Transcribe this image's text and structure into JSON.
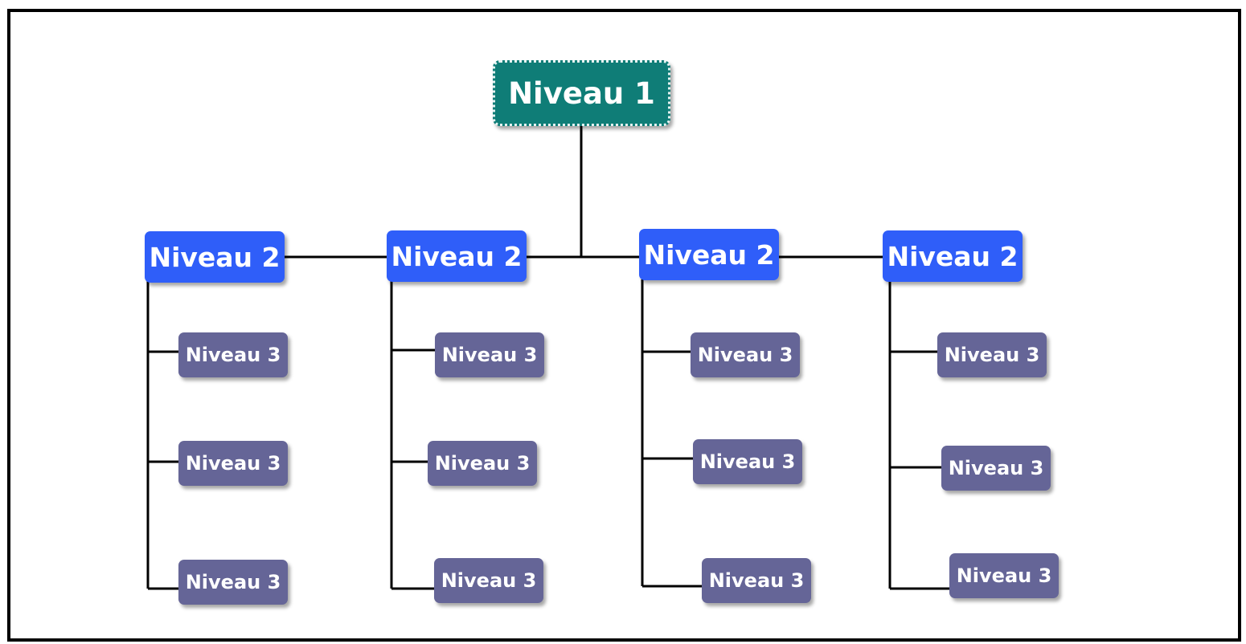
{
  "colors": {
    "level1": "#0f7d77",
    "level2": "#2f5ef9",
    "level3": "#656597",
    "line": "#000000"
  },
  "root": {
    "label": "Niveau 1"
  },
  "branches": [
    {
      "label": "Niveau 2",
      "children": [
        "Niveau 3",
        "Niveau 3",
        "Niveau 3"
      ]
    },
    {
      "label": "Niveau 2",
      "children": [
        "Niveau 3",
        "Niveau 3",
        "Niveau 3"
      ]
    },
    {
      "label": "Niveau 2",
      "children": [
        "Niveau 3",
        "Niveau 3",
        "Niveau 3"
      ]
    },
    {
      "label": "Niveau 2",
      "children": [
        "Niveau 3",
        "Niveau 3",
        "Niveau 3"
      ]
    }
  ]
}
